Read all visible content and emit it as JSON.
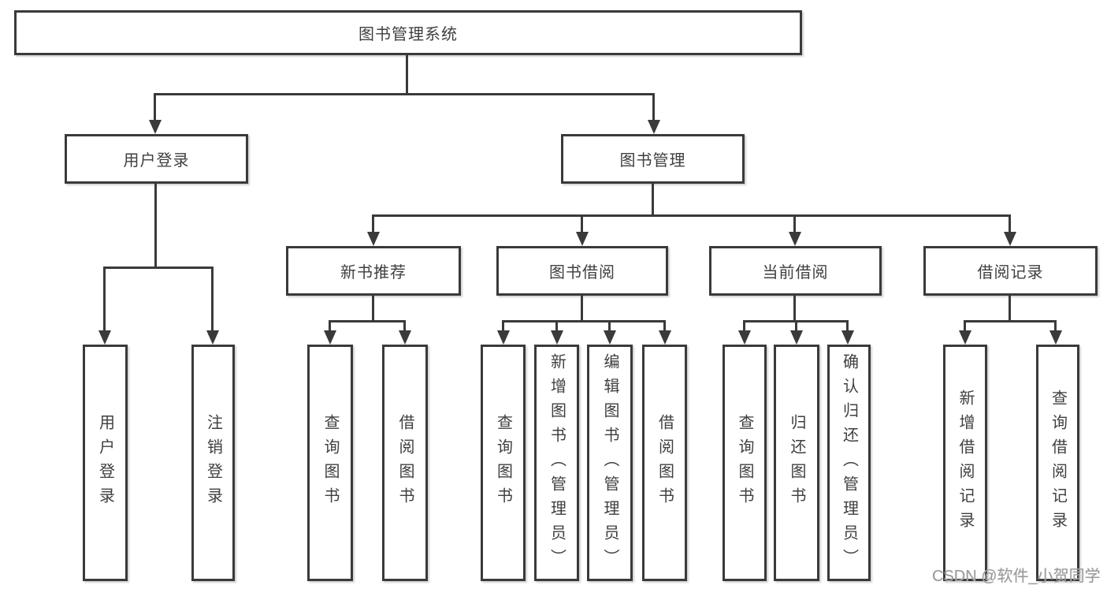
{
  "colors": {
    "line": "#3a3a3a",
    "text": "#3f3f3f",
    "background": "#ffffff",
    "watermark": "#9b9b9b"
  },
  "nodes": {
    "root": "图书管理系统",
    "login": "用户登录",
    "management": "图书管理",
    "recommend": "新书推荐",
    "borrow": "图书借阅",
    "current": "当前借阅",
    "records": "借阅记录"
  },
  "leaves": {
    "login": [
      "用户登录",
      "注销登录"
    ],
    "recommend": [
      "查询图书",
      "借阅图书"
    ],
    "borrow": [
      "查询图书",
      "新增图书（管理员）",
      "编辑图书（管理员）",
      "借阅图书"
    ],
    "current": [
      "查询图书",
      "归还图书",
      "确认归还（管理员）"
    ],
    "records": [
      "新增借阅记录",
      "查询借阅记录"
    ]
  },
  "watermark": {
    "text": "CSDN @软件_小贺同学"
  }
}
